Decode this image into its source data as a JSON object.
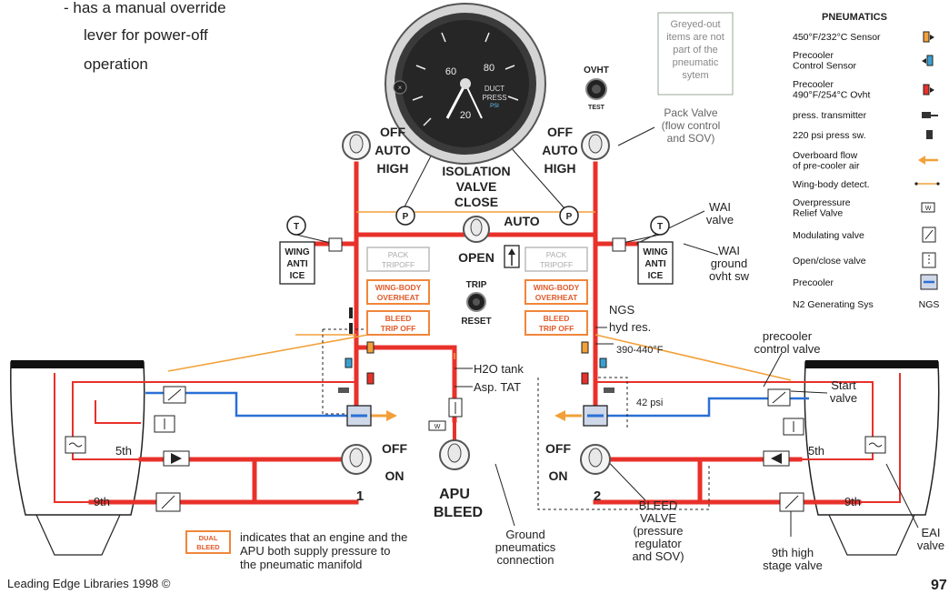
{
  "intro_note": {
    "line1": "-   has a manual override",
    "line2": "lever for power-off",
    "line3": "operation"
  },
  "gauge": {
    "tick_60": "60",
    "tick_80": "80",
    "tick_20": "20",
    "label_line1": "DUCT",
    "label_line2": "PRESS",
    "label_line3": "PSI"
  },
  "ovht": {
    "label": "OVHT",
    "test": "TEST"
  },
  "greyed_note": {
    "line1": "Greyed-out",
    "line2": "items are not",
    "line3": "part of the",
    "line4": "pneumatic",
    "line5": "sytem"
  },
  "legend": {
    "title": "PNEUMATICS",
    "items": [
      {
        "label": "450°F/232°C Sensor",
        "icon": "orange-sensor"
      },
      {
        "label": "Precooler\nControl Sensor",
        "icon": "blue-sensor"
      },
      {
        "label": "Precooler\n490°F/254°C Ovht",
        "icon": "red-sensor"
      },
      {
        "label": "press. transmitter",
        "icon": "transmitter"
      },
      {
        "label": "220 psi press sw.",
        "icon": "press-switch"
      },
      {
        "label": "Overboard flow\nof pre-cooler air",
        "icon": "orange-arrow"
      },
      {
        "label": "Wing-body detect.",
        "icon": "detector-line"
      },
      {
        "label": "Overpressure\nRelief Valve",
        "icon": "relief-valve"
      },
      {
        "label": "Modulating valve",
        "icon": "modulating-valve"
      },
      {
        "label": "Open/close valve",
        "icon": "open-close-valve"
      },
      {
        "label": "Precooler",
        "icon": "precooler"
      },
      {
        "label": "N2 Generating Sys",
        "icon": "ngs",
        "tag": "NGS"
      }
    ]
  },
  "switches": {
    "pack_left": {
      "off": "OFF",
      "auto": "AUTO",
      "high": "HIGH"
    },
    "pack_right": {
      "off": "OFF",
      "auto": "AUTO",
      "high": "HIGH"
    },
    "isolation": {
      "line1": "ISOLATION",
      "line2": "VALVE",
      "close": "CLOSE",
      "auto": "AUTO",
      "open": "OPEN"
    },
    "bleed_1": {
      "off": "OFF",
      "on": "ON",
      "num": "1"
    },
    "bleed_2": {
      "off": "OFF",
      "on": "ON",
      "num": "2"
    },
    "apu": {
      "line1": "APU",
      "line2": "BLEED"
    }
  },
  "lights": {
    "pack_tripoff": {
      "line1": "PACK",
      "line2": "TRIPOFF"
    },
    "wing_body_overheat": {
      "line1": "WING-BODY",
      "line2": "OVERHEAT"
    },
    "bleed_trip_off": {
      "line1": "BLEED",
      "line2": "TRIP OFF"
    },
    "dual_bleed": {
      "line1": "DUAL",
      "line2": "BLEED"
    }
  },
  "trip_reset": {
    "trip": "TRIP",
    "reset": "RESET"
  },
  "wing_anti_ice": {
    "line1": "WING",
    "line2": "ANTI",
    "line3": "ICE"
  },
  "gauges_small": {
    "t": "T",
    "p": "P"
  },
  "labels": {
    "pack_valve": {
      "line1": "Pack Valve",
      "line2": "(flow control",
      "line3": "and SOV)"
    },
    "wai_valve": {
      "line1": "WAI",
      "line2": "valve"
    },
    "wai_ground": {
      "line1": "WAI",
      "line2": "ground",
      "line3": "ovht sw"
    },
    "ngs": "NGS",
    "hyd_res": "hyd res.",
    "temp_range": "390-440°F",
    "precooler_control": {
      "line1": "precooler",
      "line2": "control valve"
    },
    "start_valve": {
      "line1": "Start",
      "line2": "valve"
    },
    "h2o_tank": "H2O tank",
    "asp_tat": "Asp. TAT",
    "psi_42": "42 psi",
    "fifth_left": "5th",
    "fifth_right": "5th",
    "ninth_left": "9th",
    "ninth_right": "9th",
    "ground_pneumatics": {
      "line1": "Ground",
      "line2": "pneumatics",
      "line3": "connection"
    },
    "bleed_valve": {
      "line1": "BLEED",
      "line2": "VALVE",
      "line3": "(pressure",
      "line4": "regulator",
      "line5": "and SOV)"
    },
    "ninth_high": {
      "line1": "9th high",
      "line2": "stage valve"
    },
    "eai_valve": {
      "line1": "EAI",
      "line2": "valve"
    }
  },
  "dual_note": {
    "line1": "indicates that an engine and the",
    "line2": "APU both supply pressure to",
    "line3": "the pneumatic manifold"
  },
  "footer": {
    "copyright": "Leading Edge Libraries 1998 ©",
    "page": "97"
  },
  "colors": {
    "bleed_air": "#e8312a",
    "precooler_air": "#2a6fd6",
    "overboard": "#f2a13a",
    "detector": "#f2a13a",
    "ink": "#222222"
  }
}
